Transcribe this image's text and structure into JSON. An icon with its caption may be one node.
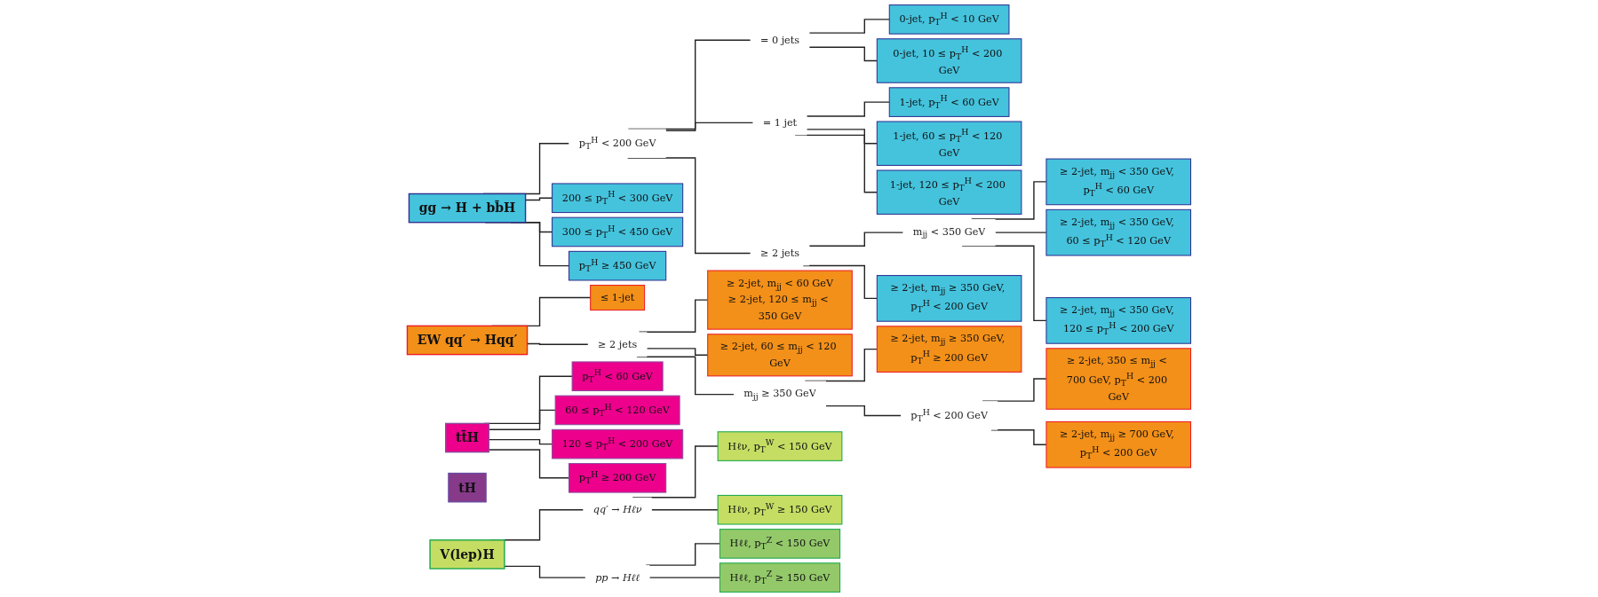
{
  "diagram": {
    "nodes": [
      {
        "text": [
          "gg → H + bb̄H"
        ]
      },
      {
        "text": [
          "p$_{T}$$^{H}$ < 200 GeV"
        ]
      },
      {
        "text": [
          "= 0 jets"
        ]
      },
      {
        "text": [
          "0-jet, p$_{T}$$^{H}$ < 10 GeV"
        ]
      },
      {
        "text": [
          "0-jet, 10 ≤ p$_{T}$$^{H}$ < 200 GeV"
        ]
      },
      {
        "text": [
          "= 1 jet"
        ]
      },
      {
        "text": [
          "1-jet, p$_{T}$$^{H}$ < 60 GeV"
        ]
      },
      {
        "text": [
          "1-jet, 60 ≤ p$_{T}$$^{H}$ < 120 GeV"
        ]
      },
      {
        "text": [
          "1-jet, 120 ≤ p$_{T}$$^{H}$ < 200 GeV"
        ]
      },
      {
        "text": [
          "≥ 2 jets"
        ]
      },
      {
        "text": [
          "m$_{jj}$ < 350 GeV"
        ]
      },
      {
        "text": [
          "≥ 2-jet, m$_{jj}$ < 350 GeV, p$_{T}$$^{H}$ < 60 GeV"
        ]
      },
      {
        "text": [
          "≥ 2-jet, m$_{jj}$ < 350 GeV, 60 ≤ p$_{T}$$^{H}$ < 120 GeV"
        ]
      },
      {
        "text": [
          "≥ 2-jet, m$_{jj}$ < 350 GeV, 120 ≤ p$_{T}$$^{H}$ < 200 GeV"
        ]
      },
      {
        "text": [
          "≥ 2-jet, m$_{jj}$ ≥ 350 GeV, p$_{T}$$^{H}$ < 200 GeV"
        ]
      },
      {
        "text": [
          "200 ≤ p$_{T}$$^{H}$ < 300 GeV"
        ]
      },
      {
        "text": [
          "300 ≤ p$_{T}$$^{H}$ < 450 GeV"
        ]
      },
      {
        "text": [
          "p$_{T}$$^{H}$ ≥ 450 GeV"
        ]
      },
      {
        "text": [
          "EW qq′ → Hqq′"
        ]
      },
      {
        "text": [
          "≤ 1-jet"
        ]
      },
      {
        "text": [
          "≥ 2 jets"
        ]
      },
      {
        "text": [
          "≥ 2-jet, m$_{jj}$ < 60 GeV",
          "≥ 2-jet, 120 ≤ m$_{jj}$ < 350 GeV"
        ]
      },
      {
        "text": [
          "≥ 2-jet, 60 ≤ m$_{jj}$ < 120 GeV"
        ]
      },
      {
        "text": [
          "m$_{jj}$ ≥ 350 GeV"
        ]
      },
      {
        "text": [
          "≥ 2-jet, m$_{jj}$ ≥ 350 GeV, p$_{T}$$^{H}$ ≥ 200 GeV"
        ]
      },
      {
        "text": [
          "p$_{T}$$^{H}$ < 200 GeV"
        ]
      },
      {
        "text": [
          "≥ 2-jet, 350 ≤ m$_{jj}$ < 700 GeV, p$_{T}$$^{H}$ < 200 GeV"
        ]
      },
      {
        "text": [
          "≥ 2-jet, m$_{jj}$ ≥ 700 GeV, p$_{T}$$^{H}$ < 200 GeV"
        ]
      },
      {
        "text": [
          "tt̄H"
        ]
      },
      {
        "text": [
          "p$_{T}$$^{H}$ < 60 GeV"
        ]
      },
      {
        "text": [
          "60 ≤ p$_{T}$$^{H}$ < 120 GeV"
        ]
      },
      {
        "text": [
          "120 ≤ p$_{T}$$^{H}$ < 200 GeV"
        ]
      },
      {
        "text": [
          "p$_{T}$$^{H}$ ≥ 200 GeV"
        ]
      },
      {
        "text": [
          "tH"
        ]
      },
      {
        "text": [
          "V(lep)H"
        ]
      },
      {
        "text": [
          "qq′ → Hℓν"
        ]
      },
      {
        "text": [
          "Hℓν, p$_{T}$$^{W}$ < 150 GeV"
        ]
      },
      {
        "text": [
          "Hℓν, p$_{T}$$^{W}$ ≥ 150 GeV"
        ]
      },
      {
        "text": [
          "pp → Hℓℓ"
        ]
      },
      {
        "text": [
          "Hℓℓ, p$_{T}$$^{Z}$ < 150 GeV"
        ]
      },
      {
        "text": [
          "Hℓℓ, p$_{T}$$^{Z}$ ≥ 150 GeV"
        ]
      }
    ],
    "edges": [
      {
        "from": 0,
        "to": 1,
        "arrow": "none"
      },
      {
        "from": 1,
        "to": 2,
        "arrow": "none"
      },
      {
        "from": 2,
        "to": 3,
        "arrow": "none"
      },
      {
        "from": 2,
        "to": 4,
        "arrow": "none"
      },
      {
        "from": 1,
        "to": 5,
        "arrow": "none"
      },
      {
        "from": 5,
        "to": 6,
        "arrow": "none"
      },
      {
        "from": 5,
        "to": 7,
        "arrow": "none"
      },
      {
        "from": 5,
        "to": 8,
        "arrow": "none"
      },
      {
        "from": 1,
        "to": 9,
        "arrow": "none"
      },
      {
        "from": 9,
        "to": 10,
        "arrow": "none"
      },
      {
        "from": 10,
        "to": 11,
        "arrow": "none"
      },
      {
        "from": 10,
        "to": 12,
        "arrow": "none"
      },
      {
        "from": 10,
        "to": 13,
        "arrow": "none"
      },
      {
        "from": 9,
        "to": 14,
        "arrow": "none"
      },
      {
        "from": 0,
        "to": 15,
        "arrow": "none"
      },
      {
        "from": 0,
        "to": 16,
        "arrow": "none"
      },
      {
        "from": 0,
        "to": 17,
        "arrow": "none"
      },
      {
        "from": 18,
        "to": 19,
        "arrow": "none"
      },
      {
        "from": 18,
        "to": 20,
        "arrow": "none"
      },
      {
        "from": 20,
        "to": 21,
        "arrow": "none"
      },
      {
        "from": 20,
        "to": 22,
        "arrow": "none"
      },
      {
        "from": 20,
        "to": 23,
        "arrow": "none"
      },
      {
        "from": 23,
        "to": 24,
        "arrow": "none"
      },
      {
        "from": 23,
        "to": 25,
        "arrow": "none"
      },
      {
        "from": 25,
        "to": 26,
        "arrow": "none"
      },
      {
        "from": 25,
        "to": 27,
        "arrow": "none"
      },
      {
        "from": 28,
        "to": 29,
        "arrow": "none"
      },
      {
        "from": 28,
        "to": 30,
        "arrow": "none"
      },
      {
        "from": 28,
        "to": 31,
        "arrow": "none"
      },
      {
        "from": 28,
        "to": 32,
        "arrow": "none"
      },
      {
        "from": 34,
        "to": 35,
        "arrow": "none"
      },
      {
        "from": 35,
        "to": 36,
        "arrow": "none"
      },
      {
        "from": 35,
        "to": 37,
        "arrow": "none"
      },
      {
        "from": 34,
        "to": 38,
        "arrow": "none"
      },
      {
        "from": 38,
        "to": 39,
        "arrow": "none"
      },
      {
        "from": 38,
        "to": 40,
        "arrow": "none"
      }
    ]
  }
}
